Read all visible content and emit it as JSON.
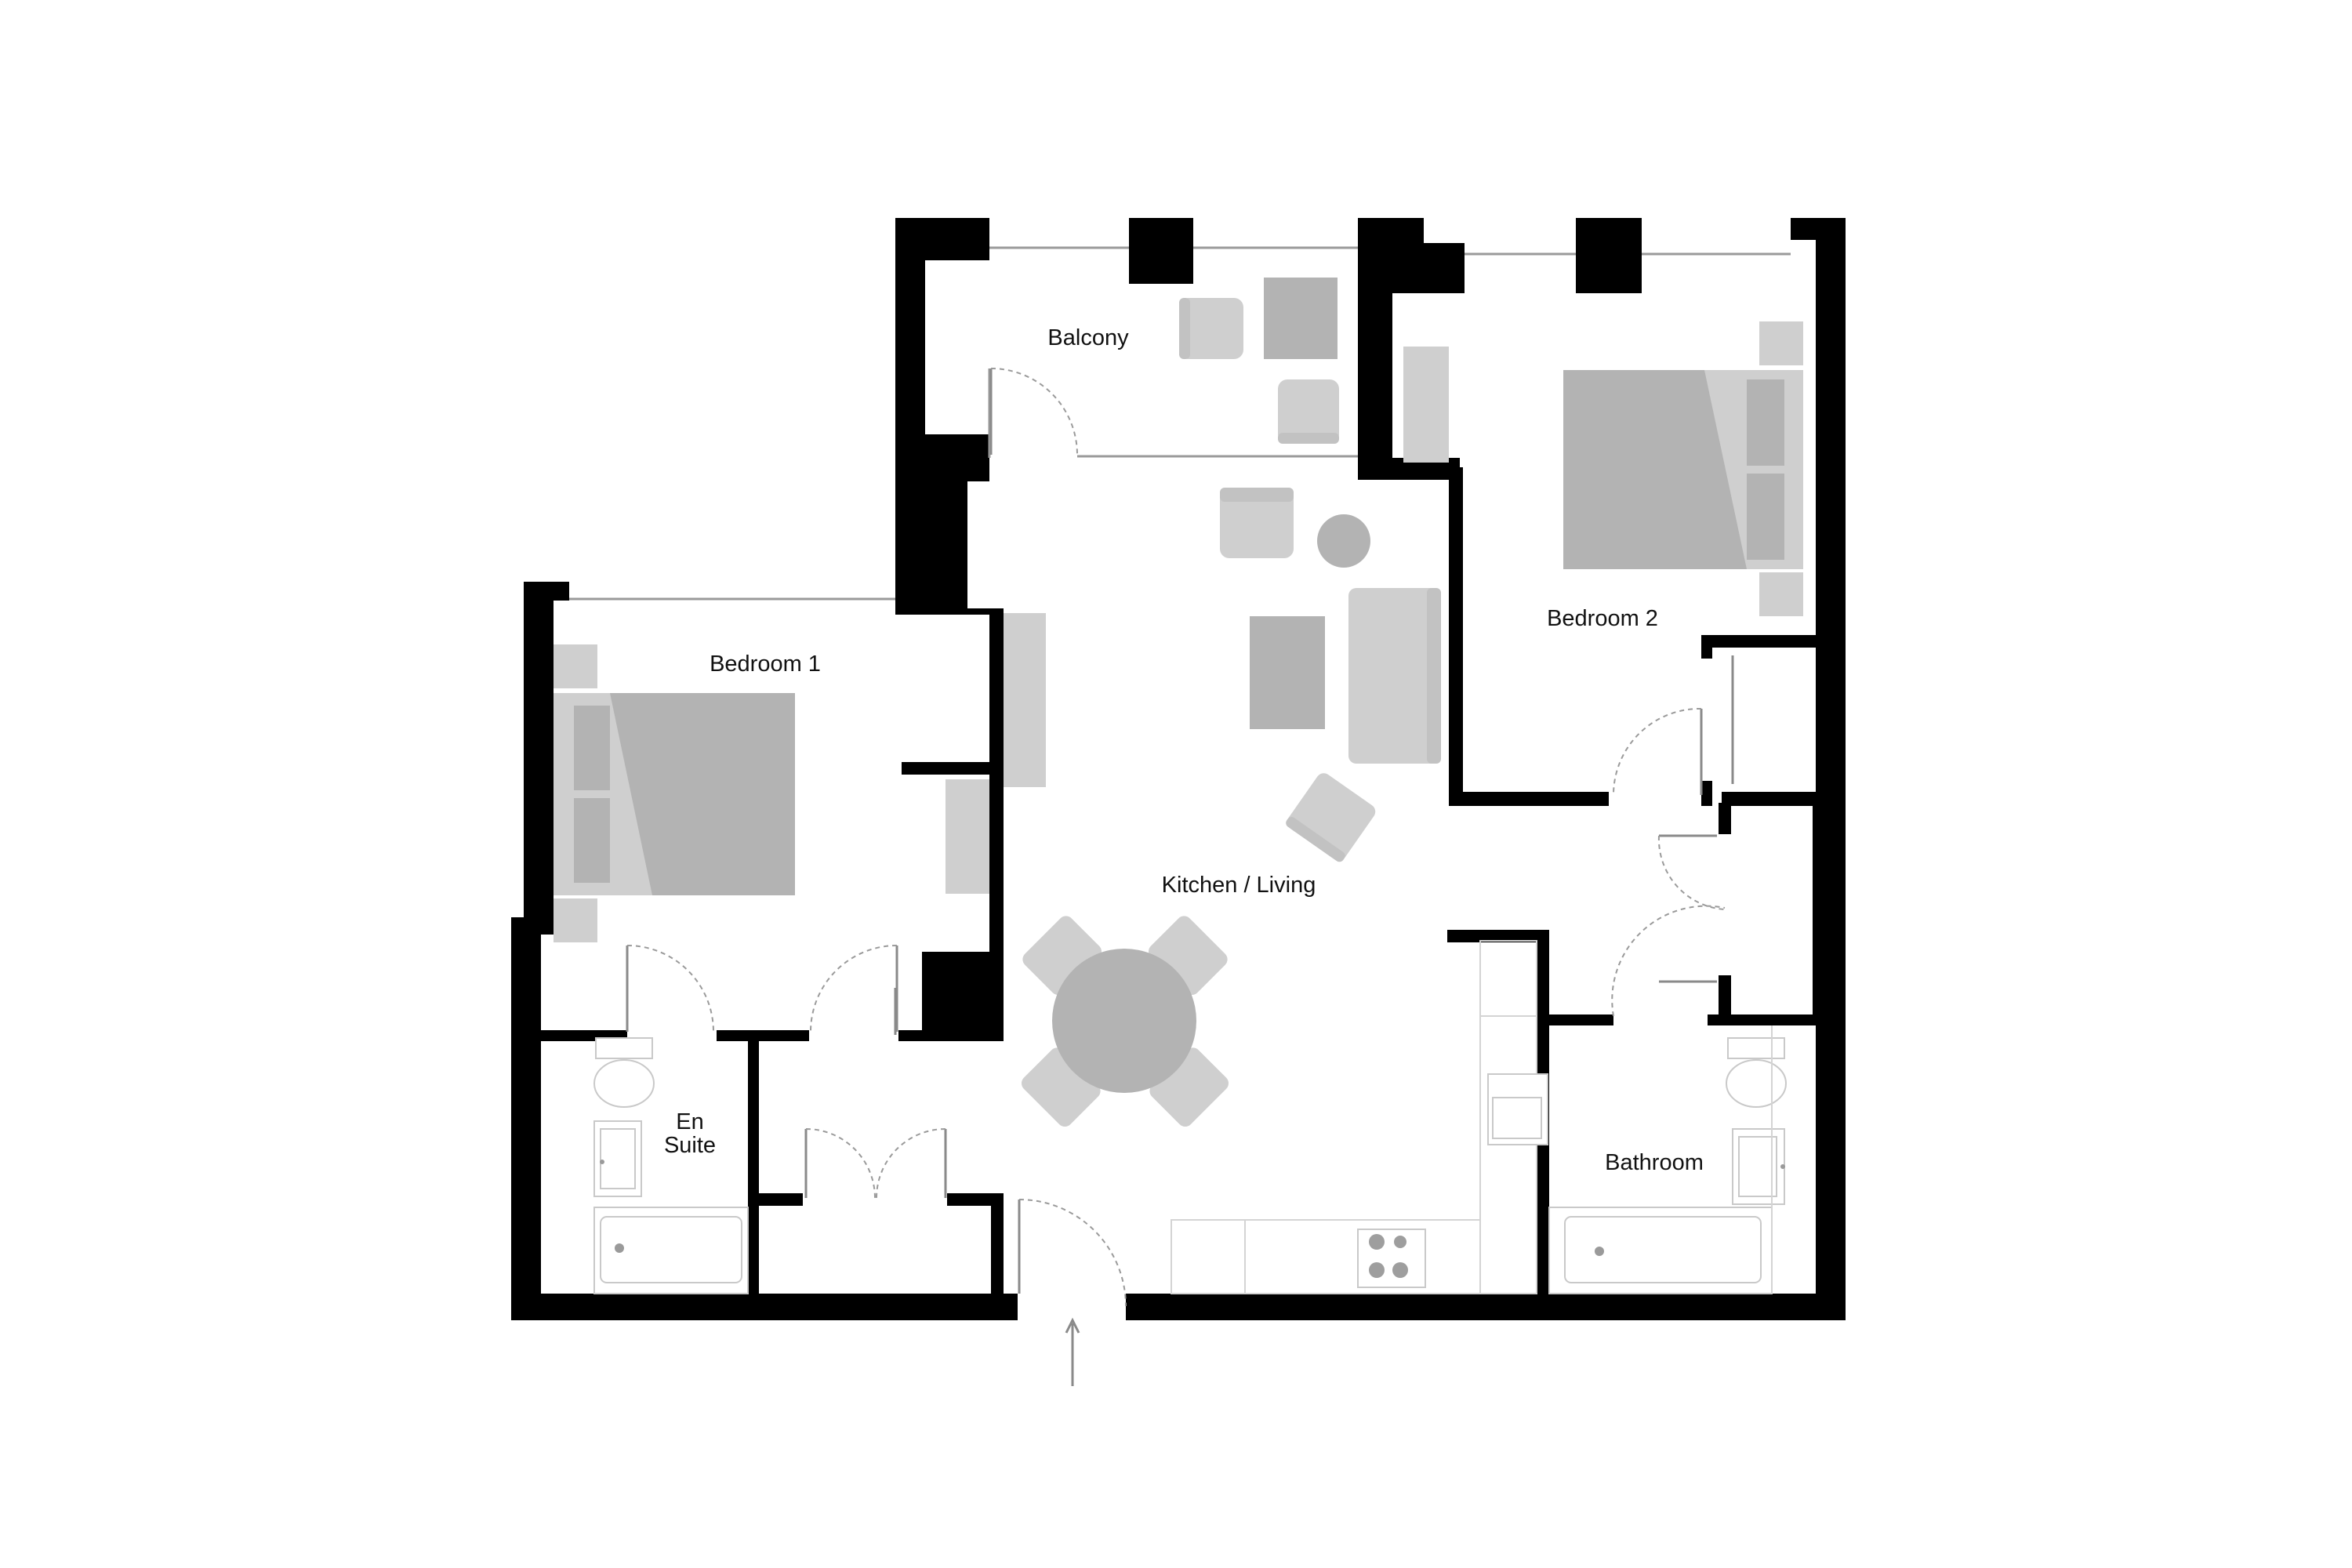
{
  "rooms": {
    "balcony": "Balcony",
    "bedroom1": "Bedroom 1",
    "bedroom2": "Bedroom 2",
    "kitchen_living": "Kitchen / Living",
    "en_suite_line1": "En",
    "en_suite_line2": "Suite",
    "bathroom": "Bathroom"
  },
  "colors": {
    "wall": "#000000",
    "furniture_light": "#cfcfcf",
    "furniture_dark": "#b3b3b3",
    "door_swing": "#9a9a9a"
  }
}
